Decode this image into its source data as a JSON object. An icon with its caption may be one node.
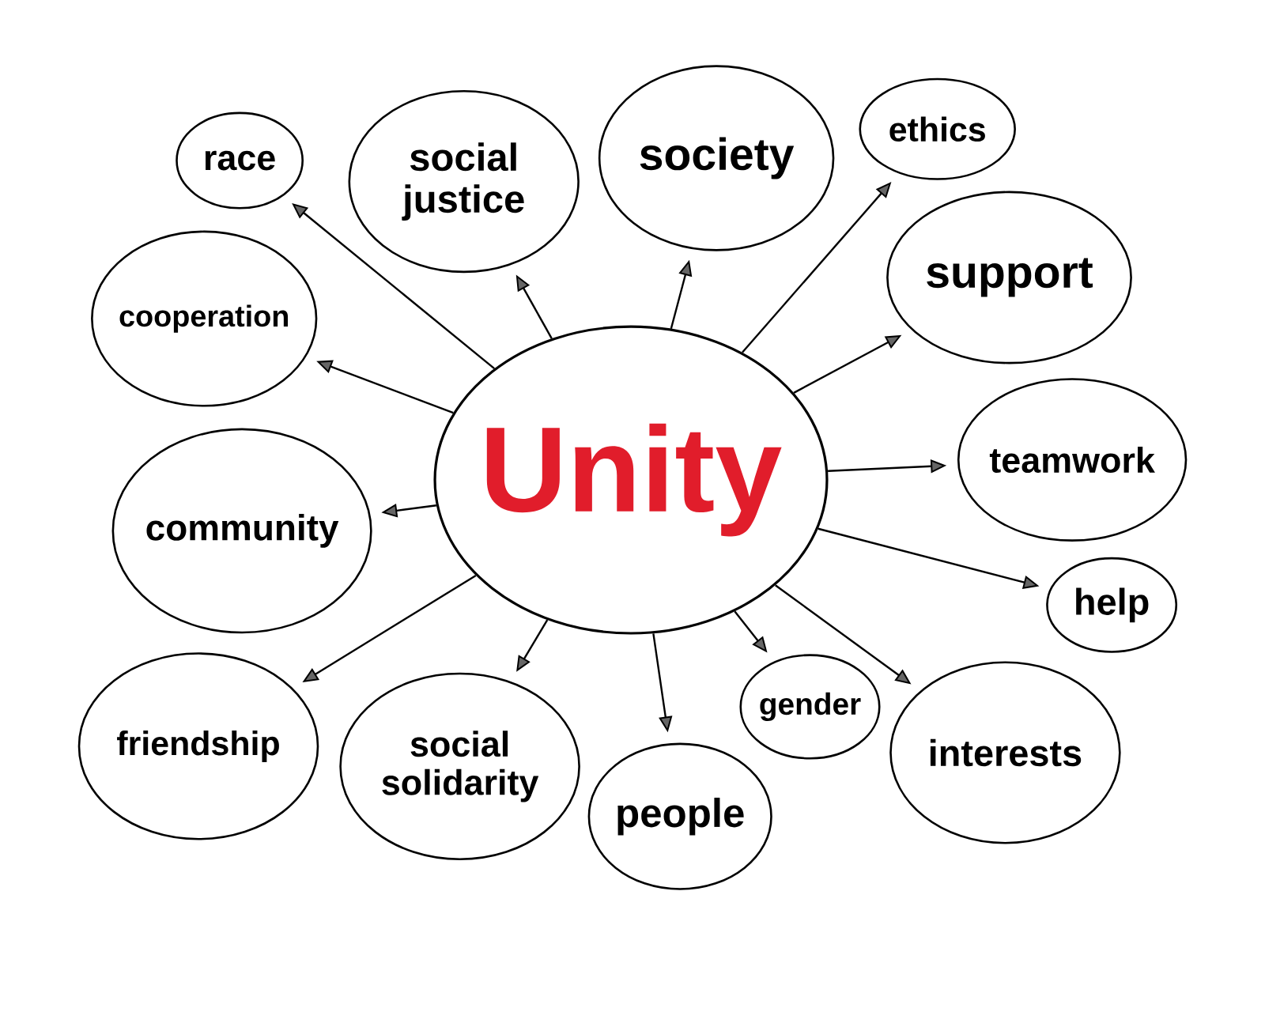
{
  "diagram": {
    "nodes": [
      {
        "text": [
          "Unity"
        ]
      },
      {
        "text": [
          "race"
        ]
      },
      {
        "text": [
          "social justice"
        ]
      },
      {
        "text": [
          "society"
        ]
      },
      {
        "text": [
          "ethics"
        ]
      },
      {
        "text": [
          "cooperation"
        ]
      },
      {
        "text": [
          "support"
        ]
      },
      {
        "text": [
          "community"
        ]
      },
      {
        "text": [
          "teamwork"
        ]
      },
      {
        "text": [
          "help"
        ]
      },
      {
        "text": [
          "friendship"
        ]
      },
      {
        "text": [
          "social solidarity"
        ]
      },
      {
        "text": [
          "gender"
        ]
      },
      {
        "text": [
          "people"
        ]
      },
      {
        "text": [
          "interests"
        ]
      }
    ],
    "edges": [
      {
        "from": 0,
        "to": 1,
        "arrow": "to"
      },
      {
        "from": 0,
        "to": 2,
        "arrow": "to"
      },
      {
        "from": 0,
        "to": 3,
        "arrow": "to"
      },
      {
        "from": 0,
        "to": 4,
        "arrow": "to"
      },
      {
        "from": 0,
        "to": 5,
        "arrow": "to"
      },
      {
        "from": 0,
        "to": 6,
        "arrow": "to"
      },
      {
        "from": 0,
        "to": 7,
        "arrow": "to"
      },
      {
        "from": 0,
        "to": 8,
        "arrow": "to"
      },
      {
        "from": 0,
        "to": 9,
        "arrow": "to"
      },
      {
        "from": 0,
        "to": 10,
        "arrow": "to"
      },
      {
        "from": 0,
        "to": 11,
        "arrow": "to"
      },
      {
        "from": 0,
        "to": 12,
        "arrow": "to"
      },
      {
        "from": 0,
        "to": 13,
        "arrow": "to"
      },
      {
        "from": 0,
        "to": 14,
        "arrow": "to"
      }
    ]
  }
}
